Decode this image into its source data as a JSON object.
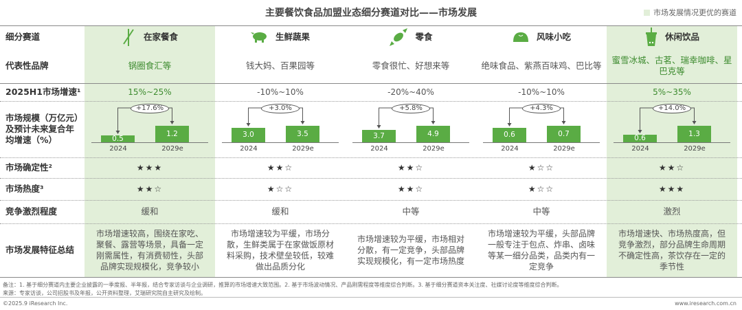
{
  "title": "主要餐饮食品加盟业态细分赛道对比——市场发展",
  "legend": "市场发展情况更优的赛道",
  "colors": {
    "accent": "#5aac44",
    "highlight": "#e2efd9"
  },
  "row_labels": [
    "细分赛道",
    "代表性品牌",
    "2025H1市场增速¹",
    "市场规模（万亿元）及预计未来复合年均增速（%）",
    "市场确定性²",
    "市场热度³",
    "竞争激烈程度",
    "市场发展特征总结"
  ],
  "columns": [
    {
      "name": "在家餐食",
      "icon": "chopsticks-icon",
      "highlight": true,
      "brands": "锅圈食汇等",
      "growth": "15%~25%",
      "chart": {
        "years": [
          "2024",
          "2029e"
        ],
        "values": [
          0.5,
          1.2
        ],
        "cagr": "+17.6%"
      },
      "certainty": "★★★",
      "heat": "★★☆",
      "competition": "缓和",
      "summary": "市场增速较高，围绕在家吃、聚餐、露营等场景，具备一定刚需属性，有消费韧性，头部品牌实现规模化，竞争较小"
    },
    {
      "name": "生鲜蔬果",
      "icon": "pig-icon",
      "highlight": false,
      "brands": "钱大妈、百果园等",
      "growth": "-10%~10%",
      "chart": {
        "years": [
          "2024",
          "2029e"
        ],
        "values": [
          3.0,
          3.5
        ],
        "cagr": "+3.0%"
      },
      "certainty": "★★☆",
      "heat": "★☆☆",
      "competition": "缓和",
      "summary": "市场增速较为平缓，市场分散，生鲜类属于在家做饭原材料采购，技术壁垒较低，较难做出品质分化"
    },
    {
      "name": "零食",
      "icon": "candy-icon",
      "highlight": false,
      "brands": "零食很忙、好想来等",
      "growth": "-20%~40%",
      "chart": {
        "years": [
          "2024",
          "2029e"
        ],
        "values": [
          3.7,
          4.9
        ],
        "cagr": "+5.8%"
      },
      "certainty": "★★☆",
      "heat": "★★☆",
      "competition": "中等",
      "summary": "市场增速较为平缓，市场相对分散，有一定竞争，头部品牌实现规模化，有一定市场热度"
    },
    {
      "name": "风味小吃",
      "icon": "bun-icon",
      "highlight": false,
      "brands": "绝味食品、紫燕百味鸡、巴比等",
      "growth": "-10%~10%",
      "chart": {
        "years": [
          "2024",
          "2029e"
        ],
        "values": [
          0.6,
          0.7
        ],
        "cagr": "+4.3%"
      },
      "certainty": "★☆☆",
      "heat": "★☆☆",
      "competition": "中等",
      "summary": "市场增速较为平缓，头部品牌一般专注于包点、炸串、卤味等某一细分品类，品类内有一定竞争"
    },
    {
      "name": "休闲饮品",
      "icon": "bubble-tea-icon",
      "highlight": true,
      "brands": "蜜雪冰城、古茗、瑞幸咖啡、星巴克等",
      "growth": "5%~35%",
      "chart": {
        "years": [
          "2024",
          "2029e"
        ],
        "values": [
          0.6,
          1.3
        ],
        "cagr": "+14.0%"
      },
      "certainty": "★★☆",
      "heat": "★★★",
      "competition": "激烈",
      "summary": "市场增速快、市场热度高，但竞争激烈，部分品牌生命周期不确定性高，茶饮存在一定的季节性"
    }
  ],
  "footnote": "备注：1. 基于细分赛道内主要企业披露的一季度报、半年报，结合专家访谈与企业调研，推算的市场增速大致范围。2. 基于市场波动情况、产品刚需程度等维度综合判断。3. 基于细分赛道资本关注度、社媒讨论度等维度综合判断。",
  "source": "来源：专家访谈，公司招股书及年报，公开资料整理，艾瑞研究院自主研究及绘制。",
  "copyright": "©2025.9 iResearch Inc.",
  "website": "www.iresearch.com.cn"
}
